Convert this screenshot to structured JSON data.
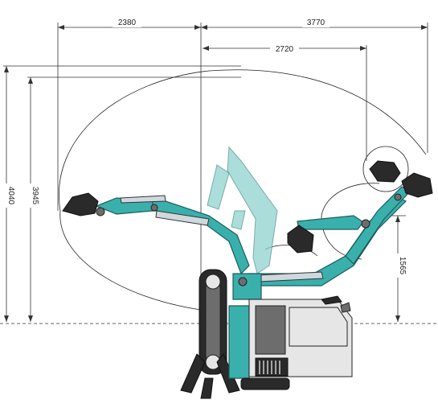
{
  "dimensions": {
    "rear_reach": "2380",
    "front_reach": "3770",
    "mid_reach": "2720",
    "max_height": "4040",
    "pivot_height": "3945",
    "front_dump_height": "1565"
  },
  "colors": {
    "machine_teal": "#3ab0ad",
    "outline": "#1b5e5c",
    "ghost_teal": "#8fd3cf"
  }
}
